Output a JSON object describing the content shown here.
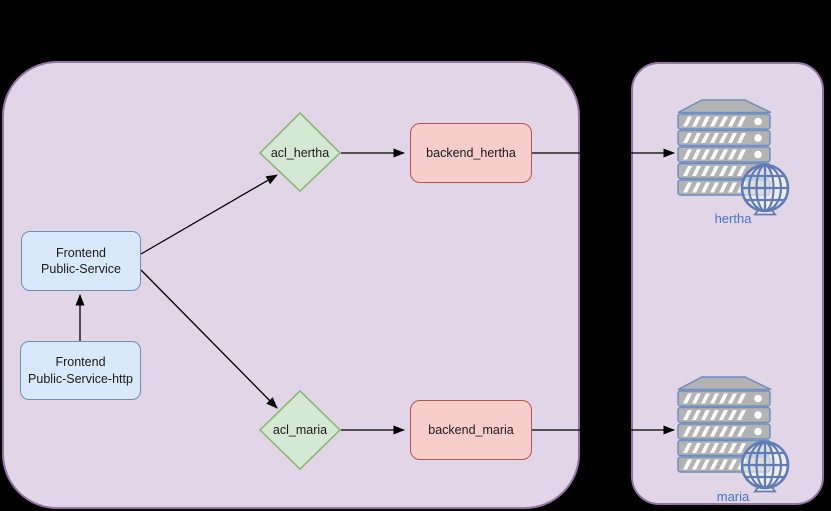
{
  "diagram": {
    "type": "network-architecture",
    "zones": {
      "frontend_zone": {
        "fill": "#e1d5e7",
        "stroke": "#9673a6"
      },
      "server_zone": {
        "fill": "#e1d5e7",
        "stroke": "#9673a6"
      }
    },
    "nodes": {
      "frontend_public_service": {
        "label": "Frontend\nPublic-Service",
        "shape": "rounded-rect",
        "fill": "#dae8fc",
        "stroke": "#6c8ebf"
      },
      "frontend_public_service_http": {
        "label": "Frontend\nPublic-Service-http",
        "shape": "rounded-rect",
        "fill": "#dae8fc",
        "stroke": "#6c8ebf"
      },
      "acl_hertha": {
        "label": "acl_hertha",
        "shape": "diamond",
        "fill": "#d5e8d4",
        "stroke": "#82b366"
      },
      "acl_maria": {
        "label": "acl_maria",
        "shape": "diamond",
        "fill": "#d5e8d4",
        "stroke": "#82b366"
      },
      "backend_hertha": {
        "label": "backend_hertha",
        "shape": "rounded-rect",
        "fill": "#f8cecc",
        "stroke": "#b85450"
      },
      "backend_maria": {
        "label": "backend_maria",
        "shape": "rounded-rect",
        "fill": "#f8cecc",
        "stroke": "#b85450"
      }
    },
    "servers": {
      "hertha": {
        "label": "hertha",
        "icon": "server-stack-globe-icon",
        "label_color": "#4376c8"
      },
      "maria": {
        "label": "maria",
        "icon": "server-stack-globe-icon",
        "label_color": "#4376c8"
      }
    },
    "edges": [
      {
        "from": "frontend_public_service_http",
        "to": "frontend_public_service"
      },
      {
        "from": "frontend_public_service",
        "to": "acl_hertha"
      },
      {
        "from": "frontend_public_service",
        "to": "acl_maria"
      },
      {
        "from": "acl_hertha",
        "to": "backend_hertha"
      },
      {
        "from": "backend_hertha",
        "to": "hertha"
      },
      {
        "from": "acl_maria",
        "to": "backend_maria"
      },
      {
        "from": "backend_maria",
        "to": "maria"
      }
    ],
    "palette": {
      "background": "#000000",
      "edge_color": "#000000",
      "server_gray": "#b3b3b3",
      "server_stroke": "#6c8ebf",
      "globe_stroke": "#5f7db4"
    }
  }
}
